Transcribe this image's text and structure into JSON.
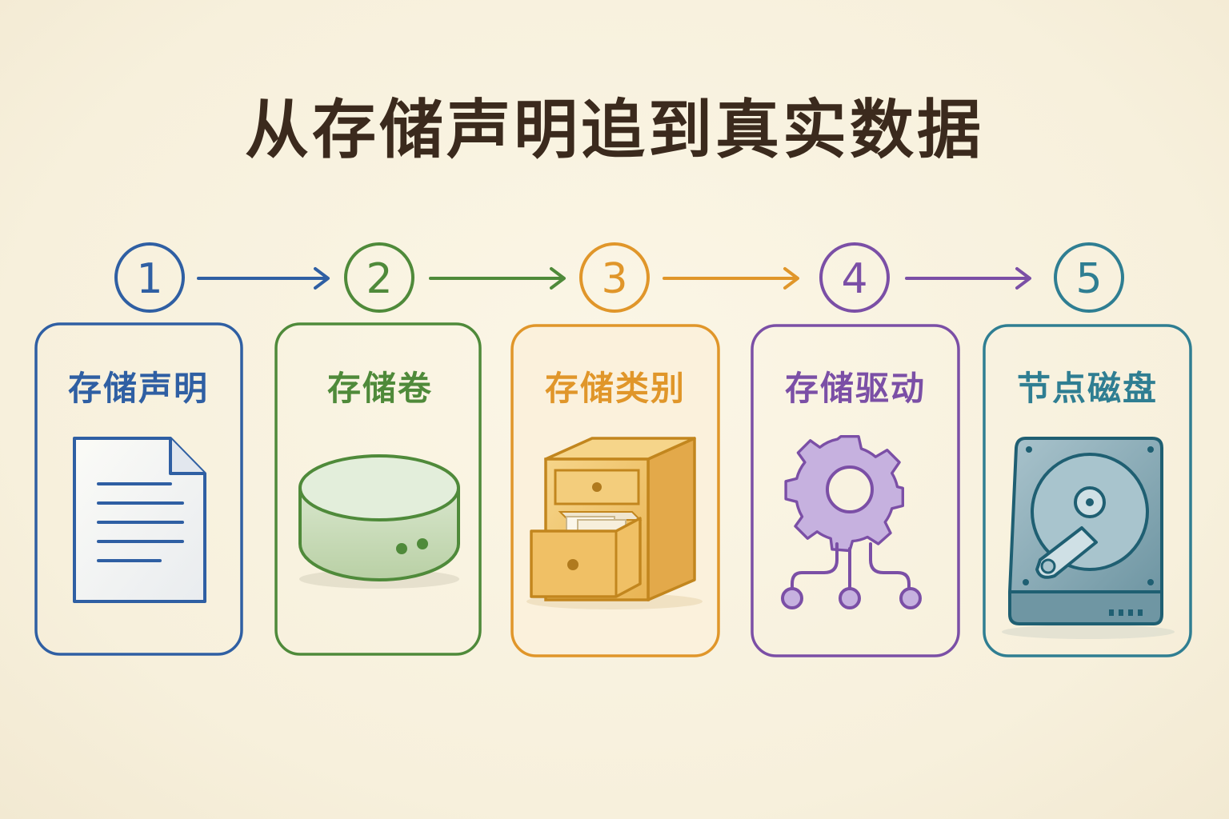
{
  "title": "从存储声明追到真实数据",
  "steps": [
    {
      "number": "1",
      "label": "存储声明",
      "icon": "document-icon",
      "color": "#2f5fa3"
    },
    {
      "number": "2",
      "label": "存储卷",
      "icon": "storage-cylinder-icon",
      "color": "#4f8a3a"
    },
    {
      "number": "3",
      "label": "存储类别",
      "icon": "filing-cabinet-icon",
      "color": "#e0962a"
    },
    {
      "number": "4",
      "label": "存储驱动",
      "icon": "gear-network-icon",
      "color": "#7b4fa6"
    },
    {
      "number": "5",
      "label": "节点磁盘",
      "icon": "hard-disk-icon",
      "color": "#2f7e92"
    }
  ]
}
